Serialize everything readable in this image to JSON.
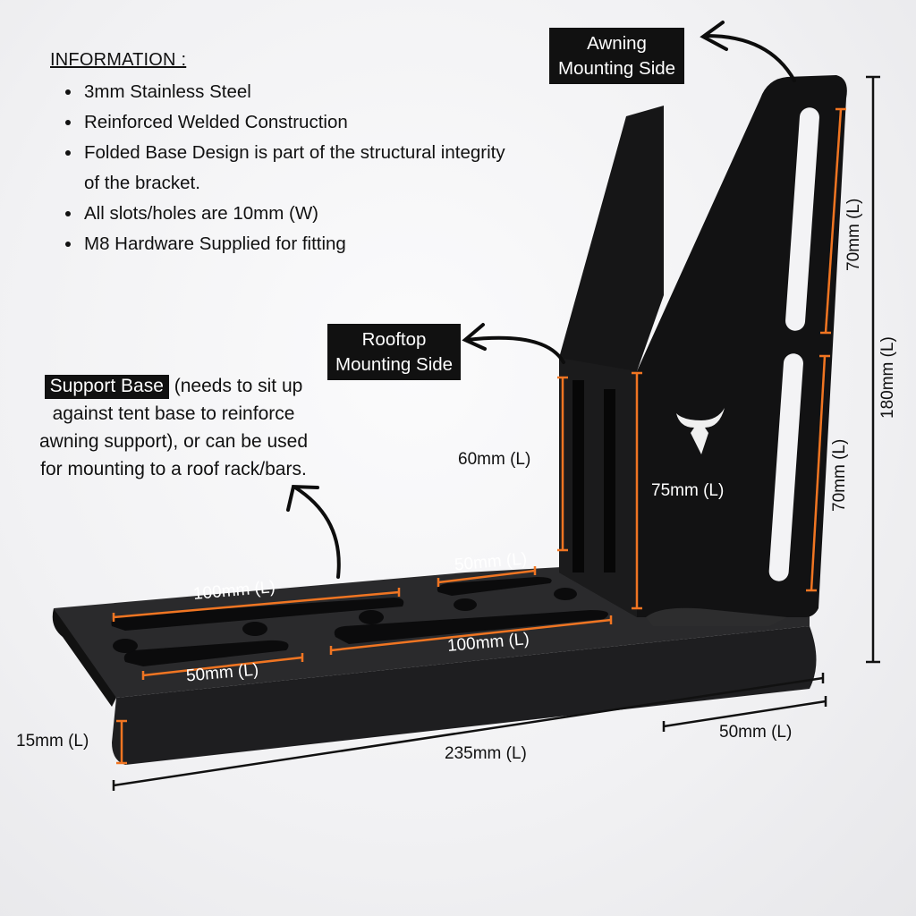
{
  "info": {
    "title": "INFORMATION :",
    "items": [
      "3mm Stainless Steel",
      "Reinforced Welded Construction",
      "Folded Base Design is part of the structural integrity of the bracket.",
      "All slots/holes are 10mm (W)",
      "M8 Hardware Supplied for fitting"
    ]
  },
  "callouts": {
    "awning": {
      "line1": "Awning",
      "line2": "Mounting Side"
    },
    "rooftop": {
      "line1": "Rooftop",
      "line2": "Mounting Side"
    },
    "support": {
      "highlight": "Support Base",
      "text": "(needs to sit up against tent base to reinforce awning support), or can be used for mounting to a roof rack/bars."
    }
  },
  "dimensions": {
    "upper_slot": "70mm (L)",
    "lower_slot": "70mm (L)",
    "total_height": "180mm (L)",
    "rooftop_slot": "60mm (L)",
    "rooftop_height": "75mm (L)",
    "base_slot_top_right": "50mm (L)",
    "base_slot_top_left": "100mm (L)",
    "base_slot_bottom_right": "100mm (L)",
    "base_slot_bottom_left": "50mm (L)",
    "fold_height": "15mm (L)",
    "base_length": "235mm (L)",
    "base_depth": "50mm (L)"
  },
  "colors": {
    "bracket": "#141414",
    "dimension_line": "#f07522",
    "label_bg": "#111111",
    "background": "#f3f3f5"
  },
  "logo": "bull-skull-icon"
}
